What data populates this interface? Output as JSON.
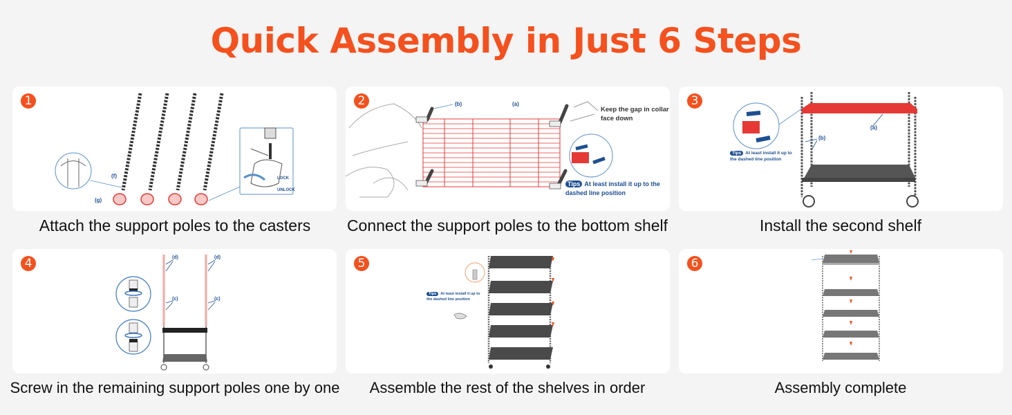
{
  "title": "Quick Assembly in Just 6 Steps",
  "colors": {
    "accent": "#f4511e",
    "label_blue": "#1d4f91",
    "part_red": "#e53935"
  },
  "steps": [
    {
      "number": "1",
      "caption": "Attach the support poles to the casters",
      "labels": {
        "f": "(f)",
        "g": "(g)",
        "lock": "LOCK",
        "unlock": "UNLOCK"
      }
    },
    {
      "number": "2",
      "caption": "Connect the support poles to the bottom shelf",
      "labels": {
        "a": "(a)",
        "b": "(b)",
        "note_line1": "Keep the gap in collar",
        "note_line2": "face down",
        "tips": "Tips",
        "tip_line1": "At least install it up to the",
        "tip_line2": "dashed line position"
      }
    },
    {
      "number": "3",
      "caption": "Install the second shelf",
      "labels": {
        "a": "(a)",
        "b": "(b)",
        "tips": "Tips",
        "tip_line1": "At least install it up to",
        "tip_line2": "the dashed line position"
      }
    },
    {
      "number": "4",
      "caption": "Screw in the remaining support poles one by one",
      "labels": {
        "d": "(d)",
        "c": "(c)"
      }
    },
    {
      "number": "5",
      "caption": "Assemble the rest of the shelves in order",
      "labels": {
        "tips": "Tips",
        "tip_line1": "At least install it up to",
        "tip_line2": "the dashed line position"
      }
    },
    {
      "number": "6",
      "caption": "Assembly complete"
    }
  ]
}
